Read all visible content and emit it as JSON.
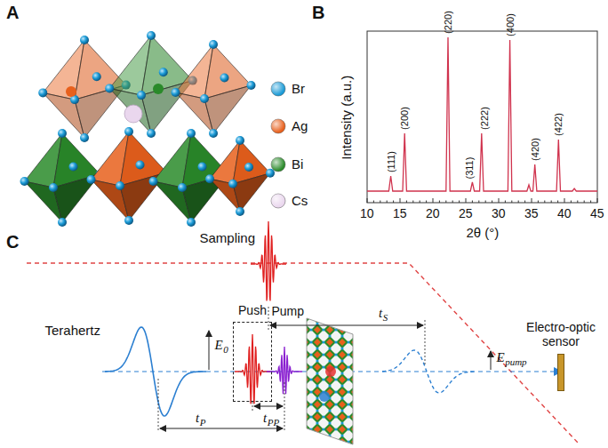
{
  "diagram": {
    "nodes": [
      {
        "text": [
          "Push"
        ]
      },
      {
        "text": [
          "Electro-optic sensor"
        ]
      }
    ],
    "labels": [
      "A",
      "B",
      "C",
      "Intensity (a.u.)",
      "2θ (°)",
      "10",
      "15",
      "20",
      "25",
      "30",
      "35",
      "40",
      "45",
      "(111)",
      "(200)",
      "(220)",
      "(311)",
      "(222)",
      "(400)",
      "(420)",
      "(422)",
      "Sampling",
      "Terahertz",
      "Pump",
      "E",
      "0",
      "t",
      "P",
      "t",
      "PP",
      "t",
      "S",
      "E",
      "pump"
    ],
    "legend": [
      {
        "text": "Br",
        "color": "#1a9ad6"
      },
      {
        "text": "Ag",
        "color": "#e8601c"
      },
      {
        "text": "Bi",
        "color": "#2a8a2a"
      },
      {
        "text": "Cs",
        "color": "#ead7ee"
      }
    ]
  }
}
